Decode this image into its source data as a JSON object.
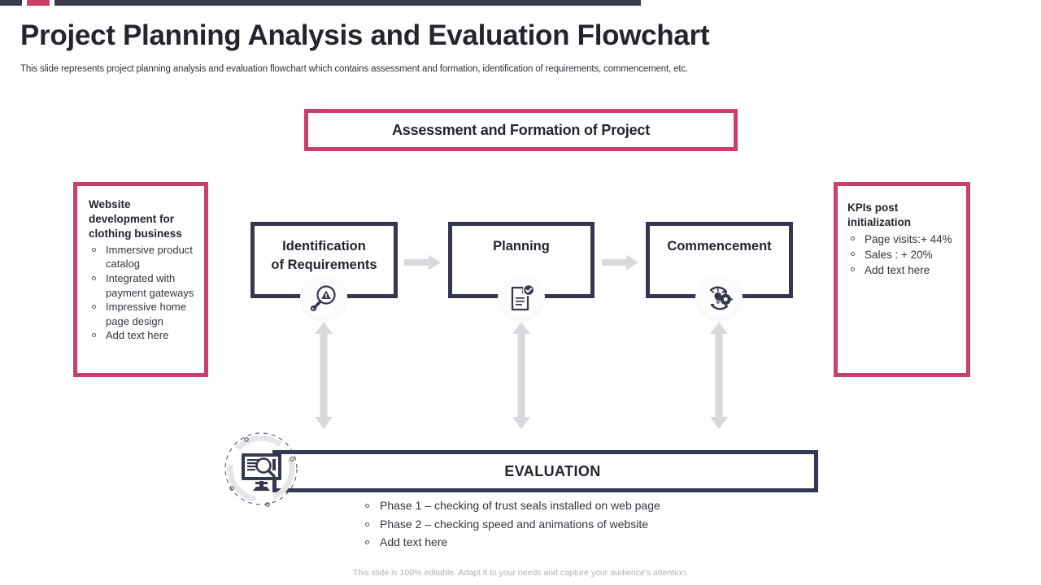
{
  "topbar": {
    "segments": [
      {
        "name": "navy-left",
        "color": "#3a3b4d"
      },
      {
        "name": "pink",
        "color": "#c9406b"
      },
      {
        "name": "navy-right",
        "color": "#3a3b4d"
      }
    ]
  },
  "header": {
    "title": "Project Planning Analysis and Evaluation Flowchart",
    "subtitle": "This slide represents project planning analysis and evaluation flowchart which contains assessment and formation, identification of requirements, commencement, etc."
  },
  "assessment": {
    "label": "Assessment and Formation of Project",
    "border_color": "#c9406b"
  },
  "left_panel": {
    "heading": "Website development for clothing business",
    "items": [
      "Immersive product catalog",
      "Integrated with payment gateways",
      "Impressive home page design",
      "Add text here"
    ],
    "border_color": "#c9406b"
  },
  "right_panel": {
    "heading": "KPIs post initialization",
    "items": [
      "Page visits:+ 44%",
      "Sales : + 20%",
      "Add text here"
    ],
    "border_color": "#c9406b"
  },
  "stages": [
    {
      "label": "Identification\nof Requirements",
      "icon": "magnifier-warning-icon",
      "border_color": "#353650"
    },
    {
      "label": "Planning",
      "icon": "document-check-icon",
      "border_color": "#353650"
    },
    {
      "label": "Commencement",
      "icon": "lightbulb-gear-icon",
      "border_color": "#353650"
    }
  ],
  "connectors": {
    "arrow_color": "#d9d9dd",
    "horizontal_count": 2,
    "vertical_count": 3
  },
  "evaluation": {
    "label": "EVALUATION",
    "icon": "monitor-magnifier-icon",
    "border_color": "#353650",
    "items": [
      "Phase 1 – checking of trust seals installed on web page",
      "Phase 2 – checking speed and animations of website",
      "Add text here"
    ]
  },
  "footer": {
    "note": "This slide is 100% editable. Adapt it to your needs and capture your audience's attention."
  }
}
